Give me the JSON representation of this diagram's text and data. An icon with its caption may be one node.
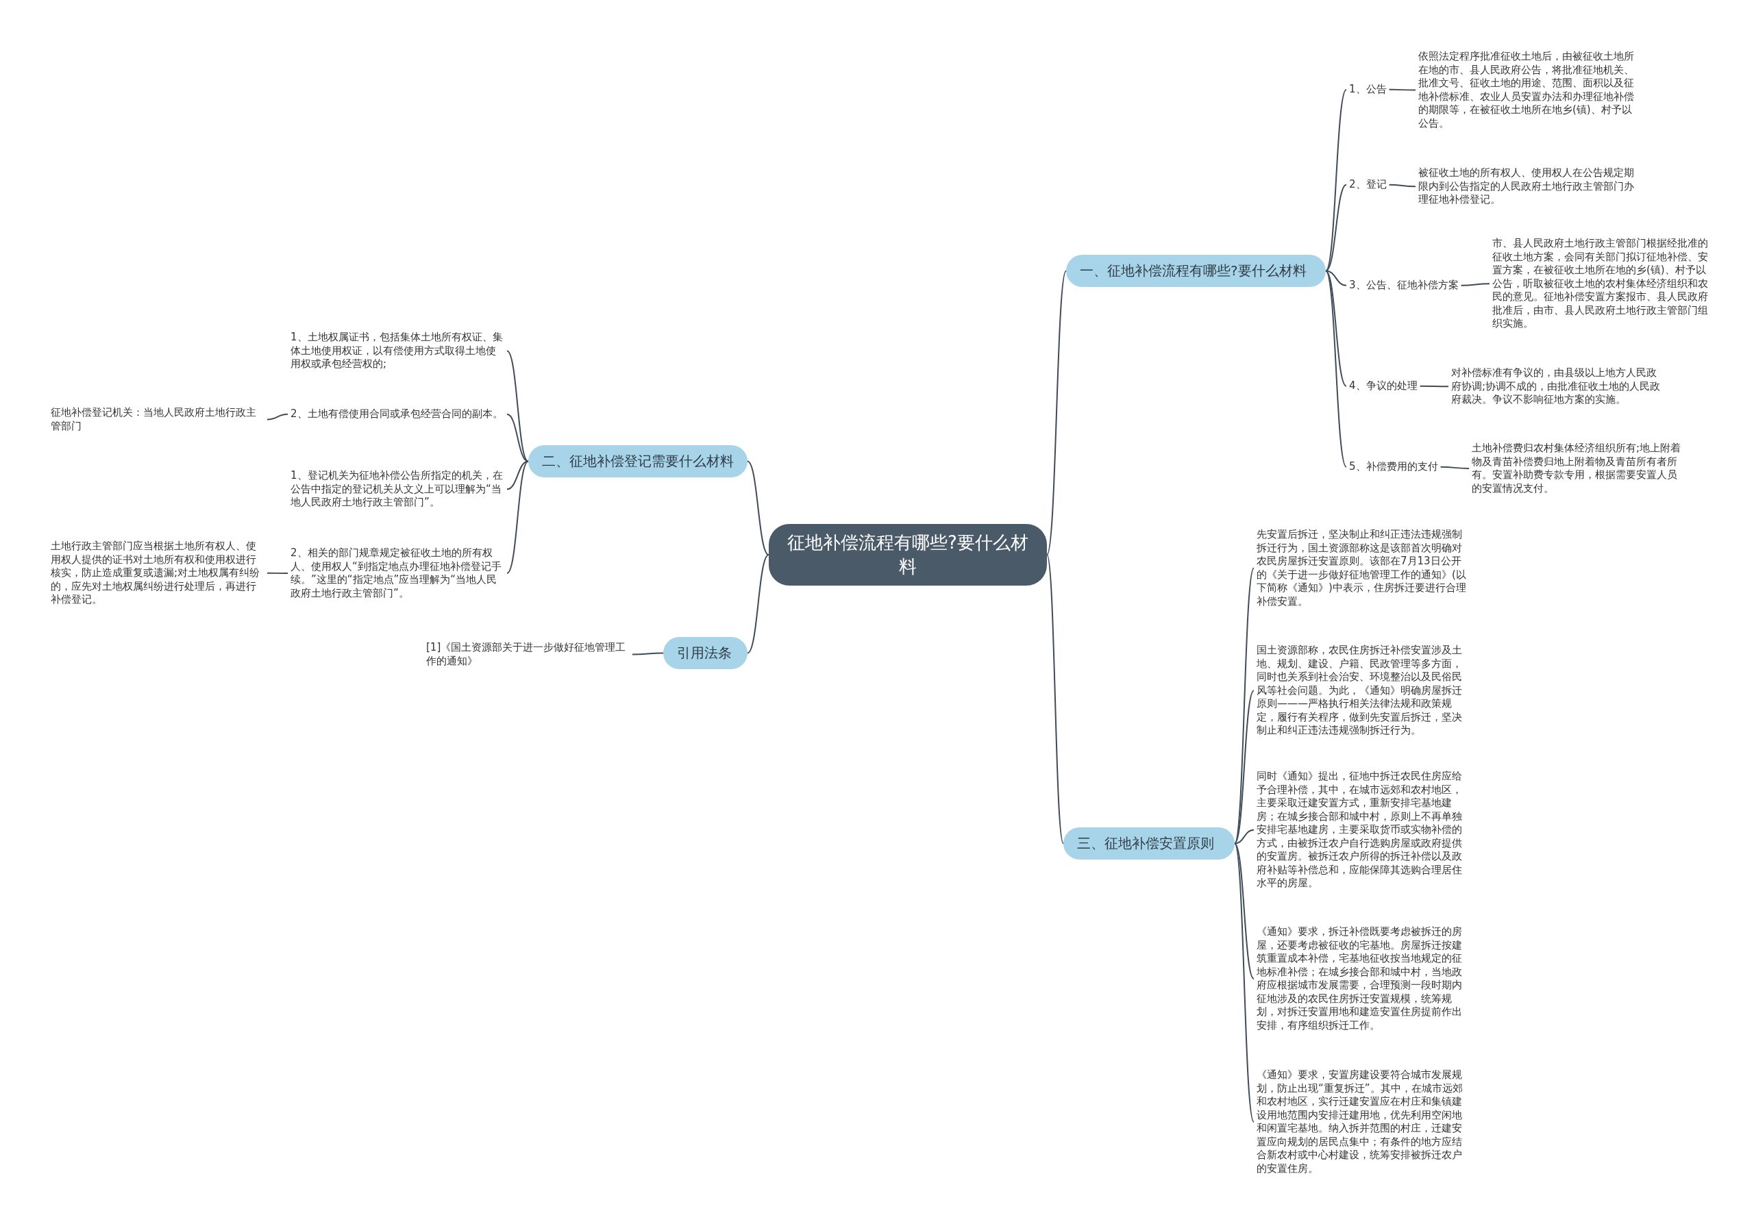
{
  "diagram": {
    "nodes": [
      {
        "text": [
          "征地补偿流程有哪些?要什么材料"
        ]
      },
      {
        "text": [
          "一、征地补偿流程有哪些?要什么材料"
        ]
      },
      {
        "text": [
          "1、公告"
        ]
      },
      {
        "text": [
          "依照法定程序批准征收土地后，由被征收土地所在地的市、县人民政府公告，将批准征地机关、批准文号、征收土地的用途、范围、面积以及征地补偿标准、农业人员安置办法和办理征地补偿的期限等，在被征收土地所在地乡(镇)、村予以公告。"
        ]
      },
      {
        "text": [
          "2、登记"
        ]
      },
      {
        "text": [
          "被征收土地的所有权人、使用权人在公告规定期限内到公告指定的人民政府土地行政主管部门办理征地补偿登记。"
        ]
      },
      {
        "text": [
          "3、公告、征地补偿方案"
        ]
      },
      {
        "text": [
          "市、县人民政府土地行政主管部门根据经批准的征收土地方案，会同有关部门拟订征地补偿、安置方案，在被征收土地所在地的乡(镇)、村予以公告，听取被征收土地的农村集体经济组织和农民的意见。征地补偿安置方案报市、县人民政府批准后，由市、县人民政府土地行政主管部门组织实施。"
        ]
      },
      {
        "text": [
          "4、争议的处理"
        ]
      },
      {
        "text": [
          "对补偿标准有争议的，由县级以上地方人民政府协调;协调不成的，由批准征收土地的人民政府裁决。争议不影响征地方案的实施。"
        ]
      },
      {
        "text": [
          "5、补偿费用的支付"
        ]
      },
      {
        "text": [
          "土地补偿费归农村集体经济组织所有;地上附着物及青苗补偿费归地上附着物及青苗所有者所有。安置补助费专款专用，根据需要安置人员的安置情况支付。"
        ]
      },
      {
        "text": [
          "二、征地补偿登记需要什么材料"
        ]
      },
      {
        "text": [
          "1、土地权属证书，包括集体土地所有权证、集体土地使用权证，以有偿使用方式取得土地使用权或承包经营权的;"
        ]
      },
      {
        "text": [
          "2、土地有偿使用合同或承包经营合同的副本。"
        ]
      },
      {
        "text": [
          "征地补偿登记机关：当地人民政府土地行政主管部门"
        ]
      },
      {
        "text": [
          "1、登记机关为征地补偿公告所指定的机关，在公告中指定的登记机关从文义上可以理解为“当地人民政府土地行政主管部门”。"
        ]
      },
      {
        "text": [
          "2、相关的部门规章规定被征收土地的所有权人、使用权人“到指定地点办理征地补偿登记手续。”这里的“指定地点”应当理解为“当地人民政府土地行政主管部门”。"
        ]
      },
      {
        "text": [
          "土地行政主管部门应当根据土地所有权人、使用权人提供的证书对土地所有权和使用权进行核实，防止造成重复或遗漏;对土地权属有纠纷的，应先对土地权属纠纷进行处理后，再进行补偿登记。"
        ]
      },
      {
        "text": [
          "引用法条"
        ]
      },
      {
        "text": [
          "[1]《国土资源部关于进一步做好征地管理工作的通知》"
        ]
      },
      {
        "text": [
          "三、征地补偿安置原则"
        ]
      },
      {
        "text": [
          "先安置后拆迁，坚决制止和纠正违法违规强制拆迁行为，国土资源部称这是该部首次明确对农民房屋拆迁安置原则。该部在7月13日公开的《关于进一步做好征地管理工作的通知》(以下简称《通知》)中表示，住房拆迁要进行合理补偿安置。"
        ]
      },
      {
        "text": [
          "国土资源部称，农民住房拆迁补偿安置涉及土地、规划、建设、户籍、民政管理等多方面，同时也关系到社会治安、环境整治以及民俗民风等社会问题。为此，《通知》明确房屋拆迁原则———严格执行相关法律法规和政策规定，履行有关程序，做到先安置后拆迁，坚决制止和纠正违法违规强制拆迁行为。"
        ]
      },
      {
        "text": [
          "同时《通知》提出，征地中拆迁农民住房应给予合理补偿，其中，在城市远郊和农村地区，主要采取迁建安置方式，重新安排宅基地建房；在城乡接合部和城中村，原则上不再单独安排宅基地建房，主要采取货币或实物补偿的方式，由被拆迁农户自行选购房屋或政府提供的安置房。被拆迁农户所得的拆迁补偿以及政府补贴等补偿总和，应能保障其选购合理居住水平的房屋。"
        ]
      },
      {
        "text": [
          "《通知》要求，拆迁补偿既要考虑被拆迁的房屋，还要考虑被征收的宅基地。房屋拆迁按建筑重置成本补偿，宅基地征收按当地规定的征地标准补偿；在城乡接合部和城中村，当地政府应根据城市发展需要，合理预测一段时期内征地涉及的农民住房拆迁安置规模，统筹规划，对拆迁安置用地和建造安置住房提前作出安排，有序组织拆迁工作。"
        ]
      },
      {
        "text": [
          "《通知》要求，安置房建设要符合城市发展规划，防止出现“重复拆迁”。其中，在城市远郊和农村地区，实行迁建安置应在村庄和集镇建设用地范围内安排迁建用地，优先利用空闲地和闲置宅基地。纳入拆并范围的村庄，迁建安置应向规划的居民点集中；有条件的地方应结合新农村或中心村建设，统筹安排被拆迁农户的安置住房。"
        ]
      }
    ],
    "edges": [
      {
        "from": 0,
        "to": 1,
        "arrow": "none"
      },
      {
        "from": 1,
        "to": 2,
        "arrow": "none"
      },
      {
        "from": 2,
        "to": 3,
        "arrow": "none"
      },
      {
        "from": 1,
        "to": 4,
        "arrow": "none"
      },
      {
        "from": 4,
        "to": 5,
        "arrow": "none"
      },
      {
        "from": 1,
        "to": 6,
        "arrow": "none"
      },
      {
        "from": 6,
        "to": 7,
        "arrow": "none"
      },
      {
        "from": 1,
        "to": 8,
        "arrow": "none"
      },
      {
        "from": 8,
        "to": 9,
        "arrow": "none"
      },
      {
        "from": 1,
        "to": 10,
        "arrow": "none"
      },
      {
        "from": 10,
        "to": 11,
        "arrow": "none"
      },
      {
        "from": 0,
        "to": 12,
        "arrow": "none"
      },
      {
        "from": 12,
        "to": 13,
        "arrow": "none"
      },
      {
        "from": 12,
        "to": 14,
        "arrow": "none"
      },
      {
        "from": 14,
        "to": 15,
        "arrow": "none"
      },
      {
        "from": 12,
        "to": 16,
        "arrow": "none"
      },
      {
        "from": 12,
        "to": 17,
        "arrow": "none"
      },
      {
        "from": 17,
        "to": 18,
        "arrow": "none"
      },
      {
        "from": 0,
        "to": 19,
        "arrow": "none"
      },
      {
        "from": 19,
        "to": 20,
        "arrow": "none"
      },
      {
        "from": 0,
        "to": 21,
        "arrow": "none"
      },
      {
        "from": 21,
        "to": 22,
        "arrow": "none"
      },
      {
        "from": 21,
        "to": 23,
        "arrow": "none"
      },
      {
        "from": 21,
        "to": 24,
        "arrow": "none"
      },
      {
        "from": 21,
        "to": 25,
        "arrow": "none"
      },
      {
        "from": 21,
        "to": 26,
        "arrow": "none"
      }
    ]
  }
}
